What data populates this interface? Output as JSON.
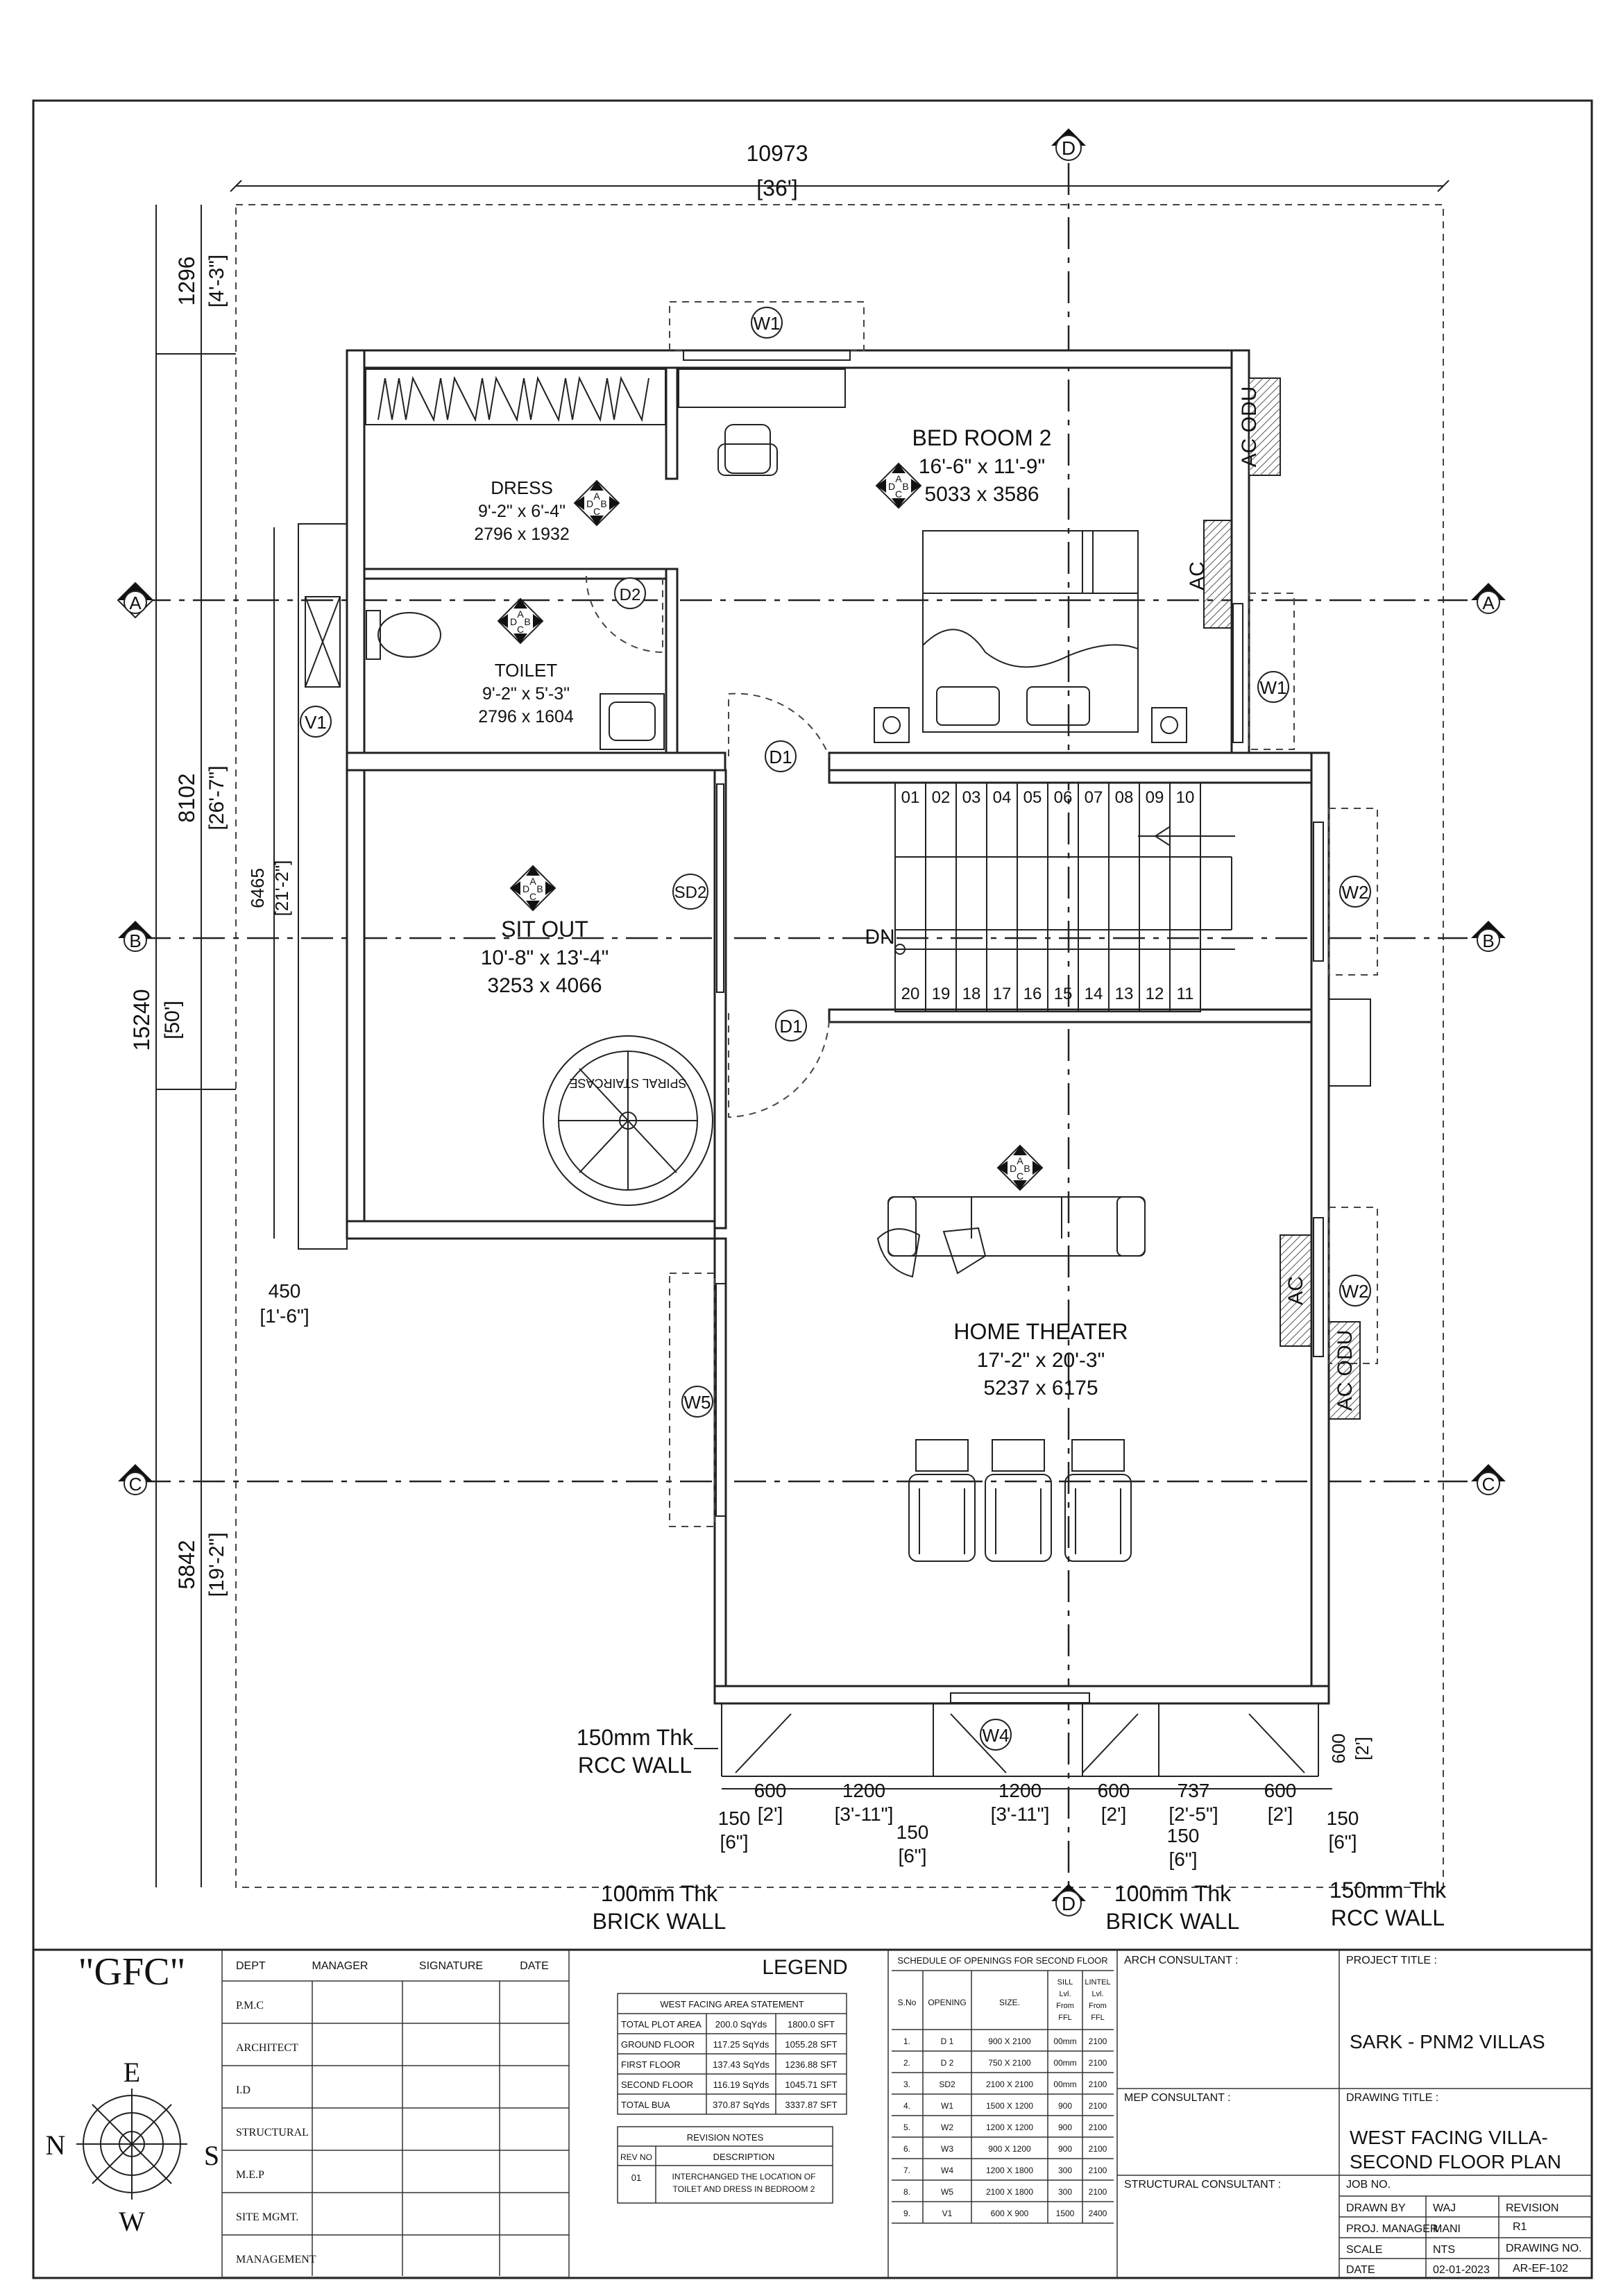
{
  "dimensions": {
    "top_mm": "10973",
    "top_ft": "[36']",
    "left_1_mm": "1296",
    "left_1_ft": "[4'-3\"]",
    "left_2_mm": "8102",
    "left_2_ft": "[26'-7\"]",
    "left_3_mm": "6465",
    "left_3_ft": "[21'-2\"]",
    "left_4_mm": "15240",
    "left_4_ft": "[50']",
    "left_5_mm": "5842",
    "left_5_ft": "[19'-2\"]",
    "offset_mm": "450",
    "offset_ft": "[1'-6\"]",
    "right_mm": "600",
    "right_ft": "[2']",
    "bottom": [
      {
        "mm": "150",
        "ft": "[6\"]"
      },
      {
        "mm": "600",
        "ft": "[2']"
      },
      {
        "mm": "1200",
        "ft": "[3'-11\"]"
      },
      {
        "mm": "150",
        "ft": "[6\"]"
      },
      {
        "mm": "1200",
        "ft": "[3'-11\"]"
      },
      {
        "mm": "600",
        "ft": "[2']"
      },
      {
        "mm": "737",
        "ft": "[2'-5\"]"
      },
      {
        "mm": "150",
        "ft": "[6\"]"
      },
      {
        "mm": "600",
        "ft": "[2']"
      },
      {
        "mm": "150",
        "ft": "[6\"]"
      }
    ]
  },
  "grid": {
    "a": "A",
    "b": "B",
    "c": "C",
    "d": "D"
  },
  "rooms": {
    "bedroom": {
      "name": "BED ROOM 2",
      "size_ft": "16'-6\" x 11'-9\"",
      "size_mm": "5033 x 3586"
    },
    "dress": {
      "name": "DRESS",
      "size_ft": "9'-2\" x 6'-4\"",
      "size_mm": "2796 x 1932"
    },
    "toilet": {
      "name": "TOILET",
      "size_ft": "9'-2\" x 5'-3\"",
      "size_mm": "2796 x 1604"
    },
    "sitout": {
      "name": "SIT OUT",
      "size_ft": "10'-8\" x 13'-4\"",
      "size_mm": "3253 x 4066"
    },
    "theater": {
      "name": "HOME THEATER",
      "size_ft": "17'-2\" x 20'-3\"",
      "size_mm": "5237 x 6175"
    }
  },
  "openings": {
    "w1": "W1",
    "w2": "W2",
    "w4": "W4",
    "w5": "W5",
    "d1": "D1",
    "d2": "D2",
    "sd2": "SD2",
    "v1": "V1"
  },
  "labels": {
    "ac_odu": "AC ODU",
    "ac": "AC",
    "dn": "DN",
    "spiral": "SPIRAL STAIRCASE",
    "rcc_wall_1": "150mm Thk",
    "rcc_wall_2": "RCC WALL",
    "brick_wall_1": "100mm Thk",
    "brick_wall_2": "BRICK WALL",
    "orient": {
      "a": "A",
      "b": "B",
      "c": "C",
      "d": "D"
    }
  },
  "stairs": {
    "top": [
      "01",
      "02",
      "03",
      "04",
      "05",
      "06",
      "07",
      "08",
      "09",
      "10"
    ],
    "bottom": [
      "20",
      "19",
      "18",
      "17",
      "16",
      "15",
      "14",
      "13",
      "12",
      "11"
    ]
  },
  "title_block": {
    "gfc": "\"GFC\"",
    "compass": {
      "e": "E",
      "w": "W",
      "n": "N",
      "s": "S"
    },
    "headers": {
      "dept": "DEPT",
      "manager": "MANAGER",
      "signature": "SIGNATURE",
      "date": "DATE"
    },
    "depts": [
      "P.M.C",
      "ARCHITECT",
      "I.D",
      "STRUCTURAL",
      "M.E.P",
      "SITE MGMT.",
      "MANAGEMENT"
    ],
    "legend": "LEGEND",
    "area_title": "WEST FACING AREA STATEMENT",
    "area_rows": [
      [
        "TOTAL PLOT AREA",
        "200.0 SqYds",
        "1800.0 SFT"
      ],
      [
        "GROUND FLOOR",
        "117.25 SqYds",
        "1055.28 SFT"
      ],
      [
        "FIRST FLOOR",
        "137.43 SqYds",
        "1236.88 SFT"
      ],
      [
        "SECOND FLOOR",
        "116.19 SqYds",
        "1045.71 SFT"
      ],
      [
        "TOTAL BUA",
        "370.87 SqYds",
        "3337.87 SFT"
      ]
    ],
    "revision_title": "REVISION NOTES",
    "rev_headers": [
      "REV NO",
      "DESCRIPTION"
    ],
    "rev_no": "01",
    "rev_desc_1": "INTERCHANGED THE LOCATION OF",
    "rev_desc_2": "TOILET AND DRESS IN BEDROOM 2",
    "schedule_title": "SCHEDULE  OF OPENINGS FOR SECOND FLOOR",
    "sched_headers": [
      "S.No",
      "OPENING",
      "SIZE.",
      "SILL Lvl. From FFL",
      "LINTEL Lvl. From FFL"
    ],
    "sched_rows": [
      [
        "1.",
        "D 1",
        "900 X 2100",
        "00mm",
        "2100"
      ],
      [
        "2.",
        "D 2",
        "750 X 2100",
        "00mm",
        "2100"
      ],
      [
        "3.",
        "SD2",
        "2100 X 2100",
        "00mm",
        "2100"
      ],
      [
        "4.",
        "W1",
        "1500 X 1200",
        "900",
        "2100"
      ],
      [
        "5.",
        "W2",
        "1200 X 1200",
        "900",
        "2100"
      ],
      [
        "6.",
        "W3",
        "900 X 1200",
        "900",
        "2100"
      ],
      [
        "7.",
        "W4",
        "1200 X 1800",
        "300",
        "2100"
      ],
      [
        "8.",
        "W5",
        "2100 X 1800",
        "300",
        "2100"
      ],
      [
        "9.",
        "V1",
        "600 X 900",
        "1500",
        "2400"
      ]
    ],
    "arch": "ARCH CONSULTANT :",
    "mep": "MEP CONSULTANT :",
    "structural": "STRUCTURAL CONSULTANT :",
    "project_title_label": "PROJECT TITLE :",
    "project_title": "SARK - PNM2 VILLAS",
    "drawing_title_label": "DRAWING TITLE :",
    "drawing_title_1": "WEST FACING VILLA-",
    "drawing_title_2": "SECOND FLOOR PLAN",
    "job_no": "JOB NO.",
    "drawn_by": "DRAWN BY",
    "drawn_by_val": "WAJ",
    "proj_manager": "PROJ. MANAGER",
    "proj_manager_val": "MANI",
    "scale": "SCALE",
    "scale_val": "NTS",
    "date": "DATE",
    "date_val": "02-01-2023",
    "revision": "REVISION",
    "revision_val": "R1",
    "drawing_no": "DRAWING NO.",
    "drawing_no_val": "AR-EF-102"
  }
}
